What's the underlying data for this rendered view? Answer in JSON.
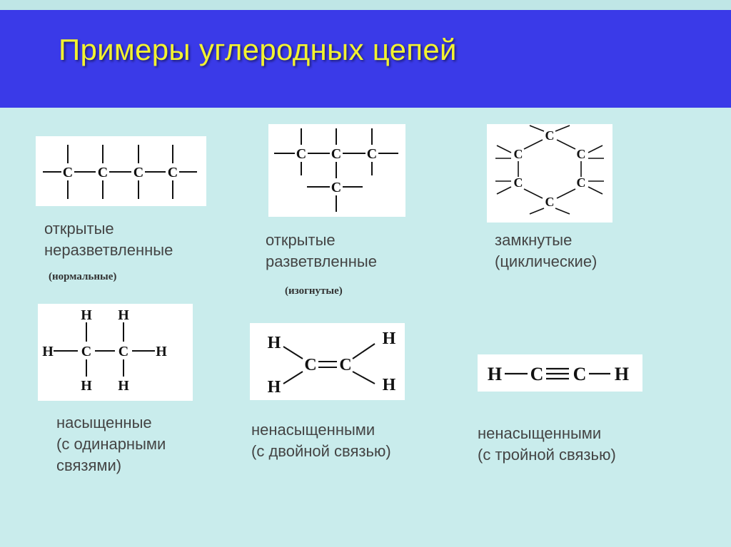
{
  "title": "Примеры углеродных цепей",
  "atoms": {
    "carbon": "C",
    "hydrogen": "H"
  },
  "items": [
    {
      "line1": "открытые",
      "line2": "неразветвленные",
      "note": "(нормальные)"
    },
    {
      "line1": "открытые",
      "line2": "разветвленные",
      "note": "(изогнутые)"
    },
    {
      "line1": "замкнутые",
      "line2": "(циклические)"
    },
    {
      "line1": "насыщенные",
      "line2": "(с одинарными",
      "line3": "связями)"
    },
    {
      "line1": "ненасыщенными",
      "line2": "(с двойной связью)"
    },
    {
      "line1": "ненасыщенными",
      "line2": "(с тройной связью)"
    }
  ]
}
